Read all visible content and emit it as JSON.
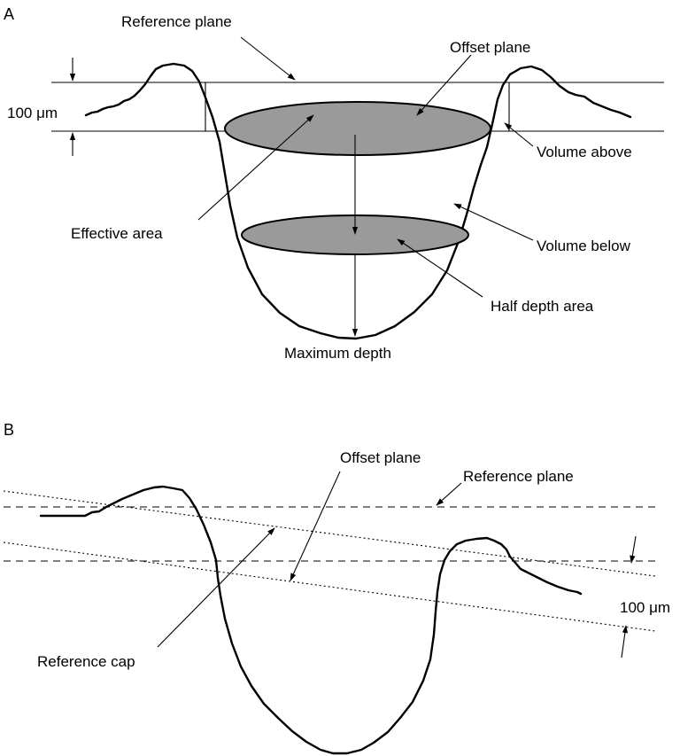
{
  "panel_a": {
    "letter": "A",
    "labels": {
      "reference_plane": "Reference plane",
      "offset_plane": "Offset plane",
      "thickness": "100 μm",
      "volume_above": "Volume above",
      "effective_area": "Effective area",
      "volume_below": "Volume below",
      "half_depth_area": "Half depth area",
      "maximum_depth": "Maximum depth"
    }
  },
  "panel_b": {
    "letter": "B",
    "labels": {
      "offset_plane": "Offset plane",
      "reference_plane": "Reference plane",
      "thickness": "100 μm",
      "reference_cap": "Reference cap"
    }
  },
  "colors": {
    "line": "#000000",
    "area_fill": "#9a9a9a",
    "background": "#ffffff"
  }
}
